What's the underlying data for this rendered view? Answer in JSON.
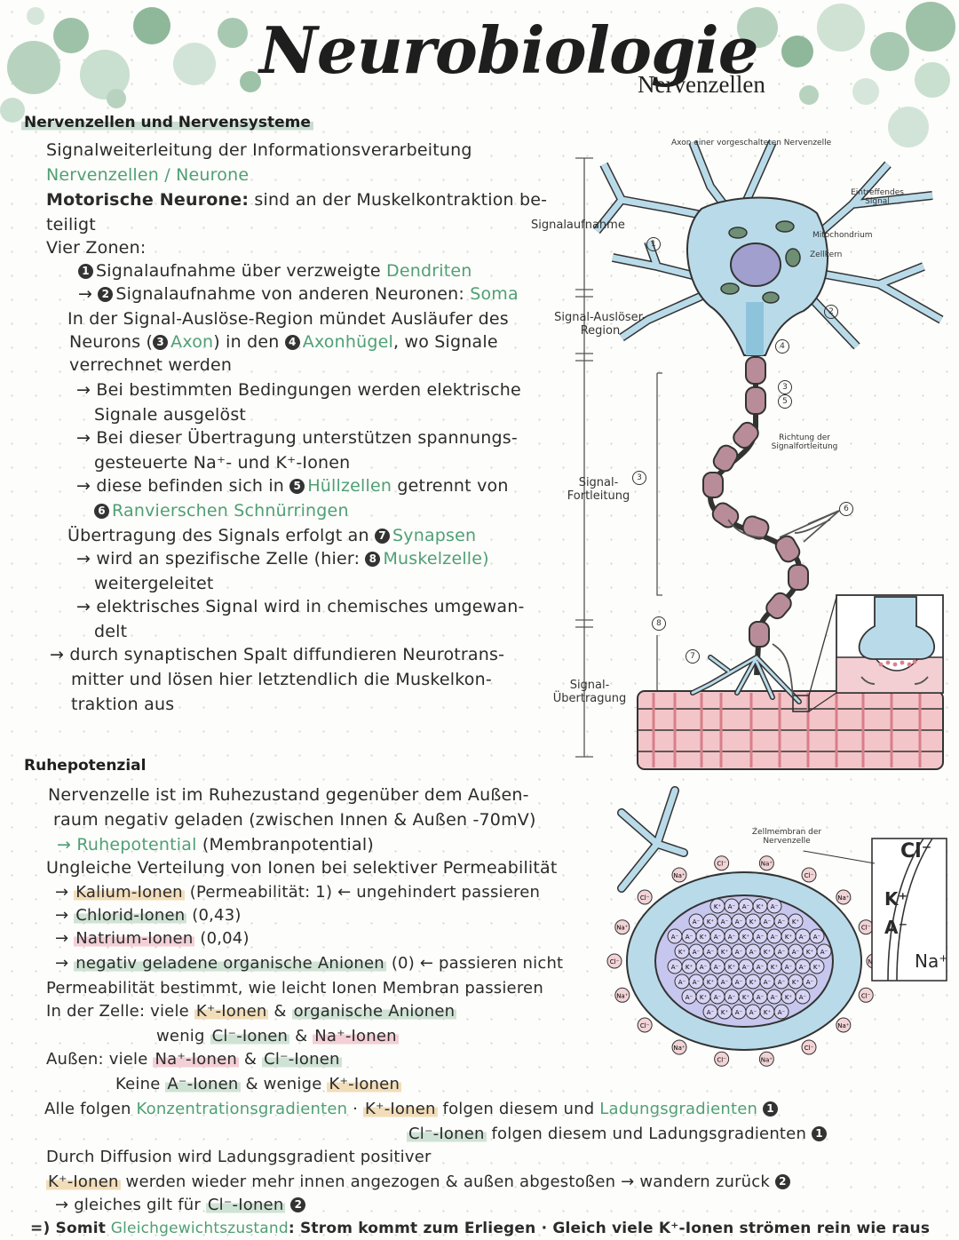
{
  "header": {
    "title": "Neurobiologie",
    "subtitle": "Nervenzellen"
  },
  "section1": {
    "heading": "Nervenzellen und Nervensysteme",
    "lines": [
      "Signalweiterleitung der Informationsverarbeitung",
      "Nervenzellen / Neurone",
      "Motorische Neurone:",
      "sind an der Muskelkontraktion be-",
      "teiligt",
      "Vier Zonen:",
      "Signalaufnahme über verzweigte",
      "Dendriten",
      "Signalaufnahme von anderen Neuronen:",
      "Soma",
      "In der Signal-Auslöse-Region mündet Ausläufer des",
      "Neurons (",
      "Axon",
      ") in den",
      "Axonhügel",
      ", wo Signale",
      "verrechnet werden",
      "Bei bestimmten Bedingungen werden elektrische",
      "Signale ausgelöst",
      "Bei dieser Übertragung unterstützen spannungs-",
      "gesteuerte Na⁺- und K⁺-Ionen",
      "diese befinden sich in",
      "Hüllzellen",
      "getrennt von",
      "Ranvierschen Schnürringen",
      "Übertragung des Signals erfolgt an",
      "Synapsen",
      "wird an spezifische Zelle (hier:",
      "Muskelzelle)",
      "weitergeleitet",
      "elektrisches Signal wird in chemisches umgewan-",
      "delt",
      "durch synaptischen Spalt diffundieren Neurotrans-",
      "mitter und lösen hier letztendlich die Muskelkon-",
      "traktion aus"
    ],
    "badges": [
      "1",
      "2",
      "3",
      "4",
      "5",
      "6",
      "7",
      "8"
    ]
  },
  "neuron_diagram": {
    "axon_label": "Axon einer vorgeschalteten Nervenzelle",
    "incoming": "Eintreffendes Signal",
    "mito": "Mitochondrium",
    "nucleus": "Zellkern",
    "direction": "Richtung der Signalfortleitung",
    "zone1": "Signalaufnahme",
    "zone2": "Signal-Auslöser-Region",
    "zone3": "Signal-Fortleitung",
    "zone4": "Signal-Übertragung",
    "nums": [
      "1",
      "2",
      "3",
      "4",
      "5",
      "6",
      "7",
      "8"
    ]
  },
  "section2": {
    "heading": "Ruhepotenzial",
    "l1": "Nervenzelle ist im Ruhezustand gegenüber dem Außen-",
    "l2": "raum negativ geladen (zwischen Innen & Außen  -70mV)",
    "l3a": "→",
    "l3b": "Ruhepotential",
    "l3c": "(Membranpotential)",
    "l4": "Ungleiche Verteilung von Ionen bei selektiver Permeabilität",
    "l5a": "Kalium-Ionen",
    "l5b": "(Permeabilität: 1) ← ungehindert passieren",
    "l6a": "Chlorid-Ionen",
    "l6b": "(0,43)",
    "l7a": "Natrium-Ionen",
    "l7b": "(0,04)",
    "l8a": "negativ geladene organische Anionen",
    "l8b": "(0) ← passieren nicht",
    "l9": "Permeabilität bestimmt, wie leicht Ionen Membran passieren",
    "l10a": "In der Zelle: viele",
    "l10b": "K⁺-Ionen",
    "l10c": "&",
    "l10d": "organische Anionen",
    "l11a": "wenig",
    "l11b": "Cl⁻-Ionen",
    "l11c": "&",
    "l11d": "Na⁺-Ionen",
    "l12a": "Außen: viele",
    "l12b": "Na⁺-Ionen",
    "l12c": "&",
    "l12d": "Cl⁻-Ionen",
    "l13a": "Keine",
    "l13b": "A⁻-Ionen",
    "l13c": "& wenige",
    "l13d": "K⁺-Ionen",
    "l14a": "Alle folgen",
    "l14b": "Konzentrationsgradienten",
    "l14c": "K⁺-Ionen",
    "l14d": "folgen diesem und",
    "l14e": "Ladungsgradienten",
    "l15a": "Cl⁻-Ionen",
    "l15b": "folgen diesem und Ladungsgradienten",
    "l16": "Durch Diffusion wird Ladungsgradient positiver",
    "l17a": "K⁺-Ionen",
    "l17b": "werden wieder mehr innen angezogen & außen abgestoßen → wandern zurück",
    "l18a": "→ gleiches gilt für",
    "l18b": "Cl⁻-Ionen",
    "l19a": "=) Somit",
    "l19b": "Gleichgewichtszustand",
    "l19c": ": Strom kommt zum Erliegen · Gleich viele K⁺-Ionen strömen rein wie raus",
    "b1": "1",
    "b2": "2"
  },
  "ion_diagram": {
    "membrane_label": "Zellmembran der Nervenzelle",
    "na": "Na⁺",
    "k": "K⁺",
    "cl": "Cl⁻",
    "a": "A⁻"
  },
  "colors": {
    "green_text": "#4f9f74",
    "pink_highlight": "#f3cfd6",
    "orange_highlight": "#f2ddb9",
    "green_highlight": "#cfe3d5",
    "neuron_blue": "#b9dbe9",
    "muscle_red": "#e6a3a9"
  }
}
